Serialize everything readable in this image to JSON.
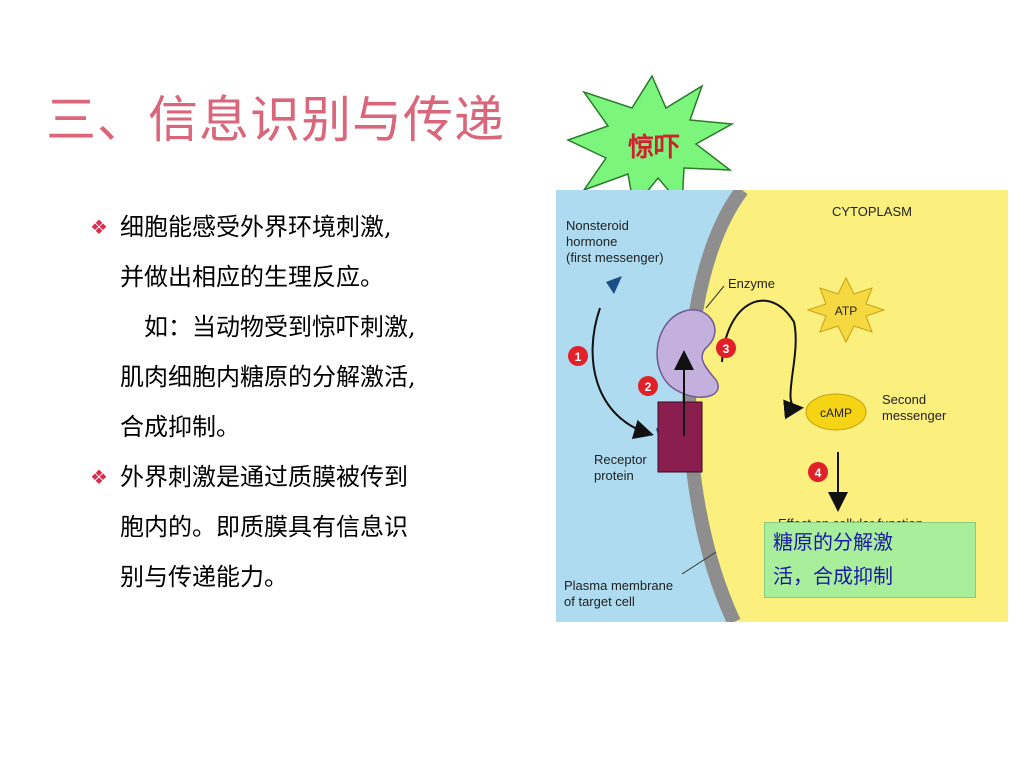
{
  "slide": {
    "title": "三、信息识别与传递",
    "burst_label": "惊吓"
  },
  "bullets": [
    {
      "lines": [
        "细胞能感受外界环境刺激,",
        "并做出相应的生理反应。",
        "　如：当动物受到惊吓刺激,",
        "肌肉细胞内糖原的分解激活,",
        "合成抑制。"
      ]
    },
    {
      "lines": [
        "外界刺激是通过质膜被传到",
        "胞内的。即质膜具有信息识",
        "别与传递能力。"
      ]
    }
  ],
  "bullet_symbol": "❖",
  "diagram": {
    "cytoplasm": "CYTOPLASM",
    "hormone_lines": [
      "Nonsteroid",
      "hormone",
      "(first messenger)"
    ],
    "enzyme": "Enzyme",
    "atp": "ATP",
    "camp": "cAMP",
    "second_messenger": [
      "Second",
      "messenger"
    ],
    "receptor_lines": [
      "Receptor",
      "protein"
    ],
    "membrane_lines": [
      "Plasma membrane",
      "of target cell"
    ],
    "effect_text": "Effect on cellular function",
    "steps": [
      "1",
      "2",
      "3",
      "4"
    ]
  },
  "callout": {
    "lines": [
      "糖原的分解激",
      "活，合成抑制"
    ]
  },
  "colors": {
    "title": "#d9667a",
    "bullet_mark": "#d63050",
    "burst_fill": "#7cf57c",
    "burst_text": "#d0202f",
    "extracellular": "#aedbef",
    "cytoplasm": "#fbef7e",
    "membrane": "#8e8e8e",
    "receptor": "#8a1f4f",
    "enzyme": "#c3b0dd",
    "atp_fill": "#f6d840",
    "camp_fill": "#f4d414",
    "step_badge": "#e2202a",
    "callout_bg": "#a9ee9a",
    "callout_text": "#1a1aa8"
  }
}
